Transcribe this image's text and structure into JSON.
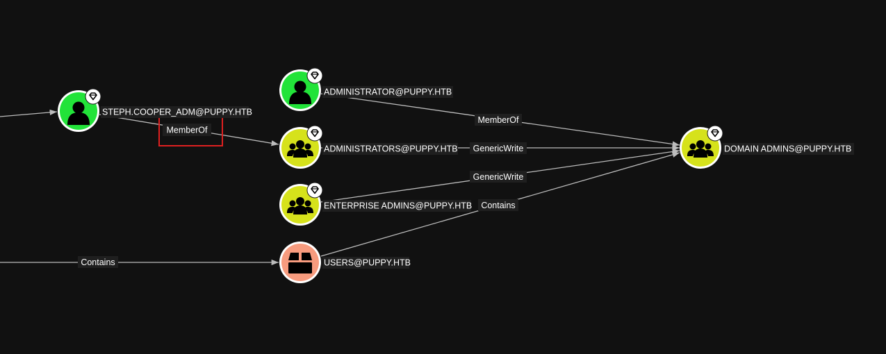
{
  "graph": {
    "nodes": {
      "steph": {
        "label": "STEPH.COOPER_ADM@PUPPY.HTB",
        "type": "user",
        "color": "#22e339",
        "tier_zero": true
      },
      "administrator": {
        "label": "ADMINISTRATOR@PUPPY.HTB",
        "type": "user",
        "color": "#22e339",
        "tier_zero": true
      },
      "administrators": {
        "label": "ADMINISTRATORS@PUPPY.HTB",
        "type": "group",
        "color": "#d6e21b",
        "tier_zero": true
      },
      "enterprise_admins": {
        "label": "ENTERPRISE ADMINS@PUPPY.HTB",
        "type": "group",
        "color": "#d6e21b",
        "tier_zero": true
      },
      "users": {
        "label": "USERS@PUPPY.HTB",
        "type": "container",
        "color": "#f79b7e",
        "tier_zero": false
      },
      "domain_admins": {
        "label": "DOMAIN ADMINS@PUPPY.HTB",
        "type": "group",
        "color": "#d6e21b",
        "tier_zero": true
      }
    },
    "edges": {
      "in_steph": {
        "label": ""
      },
      "steph_memberof": {
        "label": "MemberOf"
      },
      "admin_memberof": {
        "label": "MemberOf"
      },
      "admins_genericwrite": {
        "label": "GenericWrite"
      },
      "ea_genericwrite": {
        "label": "GenericWrite"
      },
      "users_contains": {
        "label": "Contains"
      },
      "in_users_contains": {
        "label": "Contains"
      }
    },
    "highlight": {
      "target": "steph_memberof",
      "color": "#e02020"
    },
    "icons": {
      "user": "user-icon",
      "group": "group-icon",
      "container": "box-icon",
      "tier_zero": "gem-icon"
    }
  }
}
